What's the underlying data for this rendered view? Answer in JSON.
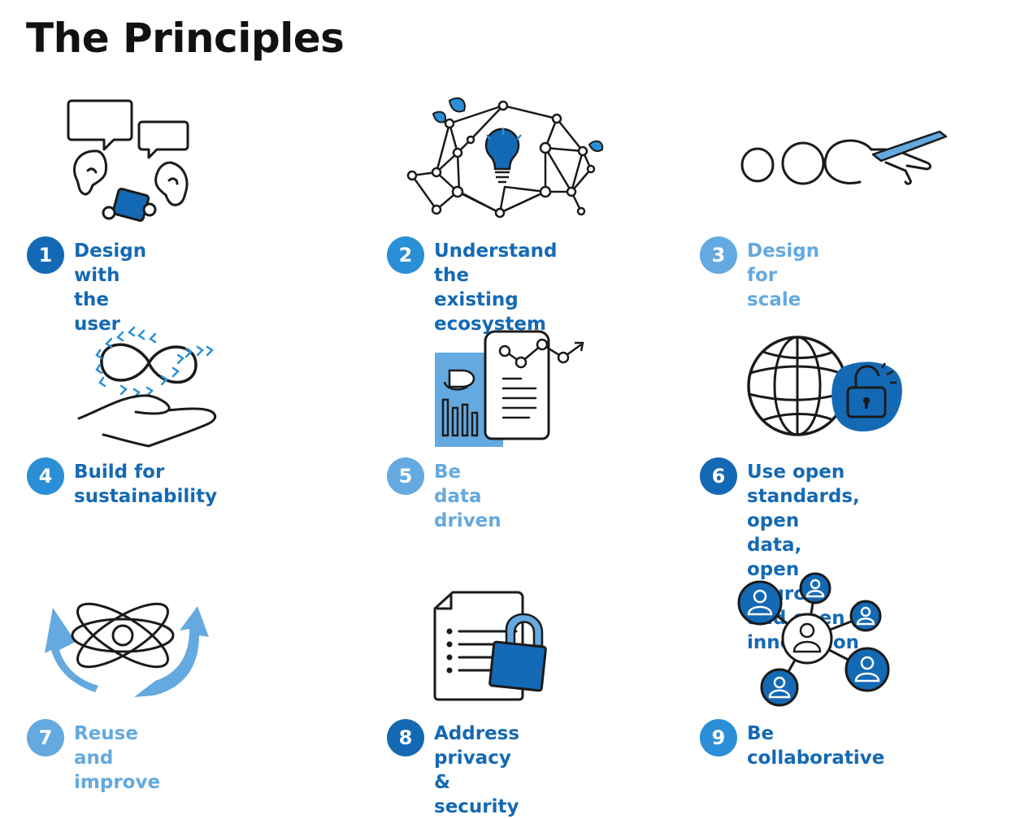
{
  "title": "The Principles",
  "colors": {
    "dark": "#1469b4",
    "mid": "#2a8fd6",
    "light": "#64a9df",
    "ink": "#1a1a1a"
  },
  "principles": [
    {
      "number": "1",
      "label": "Design with the user",
      "color": "#1469b4",
      "icon": "user-dialogue-icon"
    },
    {
      "number": "2",
      "label": "Understand the\nexisting ecosystem",
      "color": "#2a8fd6",
      "icon": "lightbulb-network-icon"
    },
    {
      "number": "3",
      "label": "Design for scale",
      "color": "#64a9df",
      "icon": "scale-circles-icon"
    },
    {
      "number": "4",
      "label": "Build for sustainability",
      "color": "#2a8fd6",
      "icon": "infinity-hand-icon"
    },
    {
      "number": "5",
      "label": "Be data driven",
      "color": "#64a9df",
      "icon": "data-report-icon"
    },
    {
      "number": "6",
      "label": "Use open standards,\nopen data, open source,\nand open innovation",
      "color": "#1469b4",
      "icon": "globe-lock-icon"
    },
    {
      "number": "7",
      "label": "Reuse and improve",
      "color": "#64a9df",
      "icon": "atom-arrows-icon"
    },
    {
      "number": "8",
      "label": "Address privacy\n& security",
      "color": "#1469b4",
      "icon": "document-lock-icon"
    },
    {
      "number": "9",
      "label": "Be collaborative",
      "color": "#2a8fd6",
      "icon": "people-network-icon"
    }
  ]
}
